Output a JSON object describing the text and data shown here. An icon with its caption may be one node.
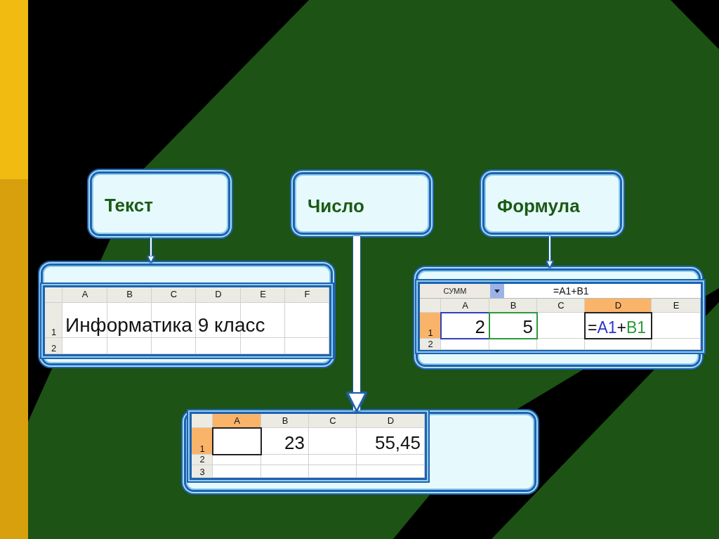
{
  "diagram": {
    "nodes": [
      {
        "text": [
          "Текст"
        ]
      },
      {
        "text": [
          "Число"
        ]
      },
      {
        "text": [
          "Формула"
        ]
      },
      {
        "text": [
          "A",
          "B",
          "C",
          "D",
          "E",
          "F",
          "1",
          "Информатика 9 класс",
          "2"
        ]
      },
      {
        "text": [
          "A",
          "B",
          "C",
          "D",
          "1",
          "23",
          "55,45",
          "2",
          "3"
        ]
      },
      {
        "text": [
          "СУММ",
          "=A1+B1",
          "A",
          "B",
          "C",
          "D",
          "E",
          "1",
          "2",
          "5",
          "=A1+B1",
          "2"
        ]
      }
    ],
    "edges": [
      {
        "from": 0,
        "to": 3,
        "arrow": "to"
      },
      {
        "from": 1,
        "to": 4,
        "arrow": "to",
        "style": "thick"
      },
      {
        "from": 2,
        "to": 5,
        "arrow": "to"
      }
    ]
  }
}
